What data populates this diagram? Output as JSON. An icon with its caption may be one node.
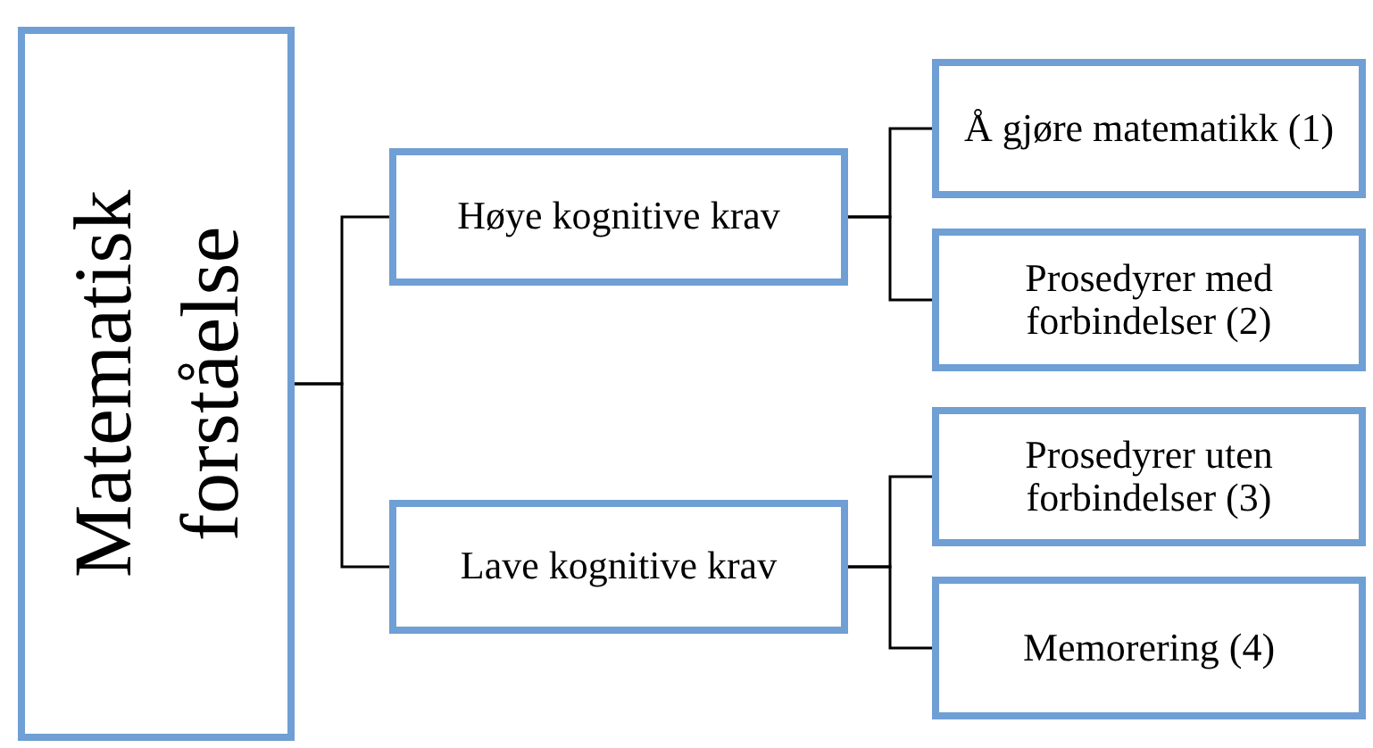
{
  "diagram": {
    "nodes": [
      {
        "text": [
          "Matematisk forståelse"
        ]
      },
      {
        "text": [
          "Høye kognitive krav"
        ]
      },
      {
        "text": [
          "Lave kognitive krav"
        ]
      },
      {
        "text": [
          "Å gjøre matematikk (1)"
        ]
      },
      {
        "text": [
          "Prosedyrer med forbindelser (2)"
        ]
      },
      {
        "text": [
          "Prosedyrer uten forbindelser (3)"
        ]
      },
      {
        "text": [
          "Memorering (4)"
        ]
      }
    ],
    "edges": [
      {
        "from": 0,
        "to": 1,
        "arrow": "none"
      },
      {
        "from": 0,
        "to": 2,
        "arrow": "none"
      },
      {
        "from": 1,
        "to": 3,
        "arrow": "none"
      },
      {
        "from": 1,
        "to": 4,
        "arrow": "none"
      },
      {
        "from": 2,
        "to": 5,
        "arrow": "none"
      },
      {
        "from": 2,
        "to": 6,
        "arrow": "none"
      }
    ]
  }
}
